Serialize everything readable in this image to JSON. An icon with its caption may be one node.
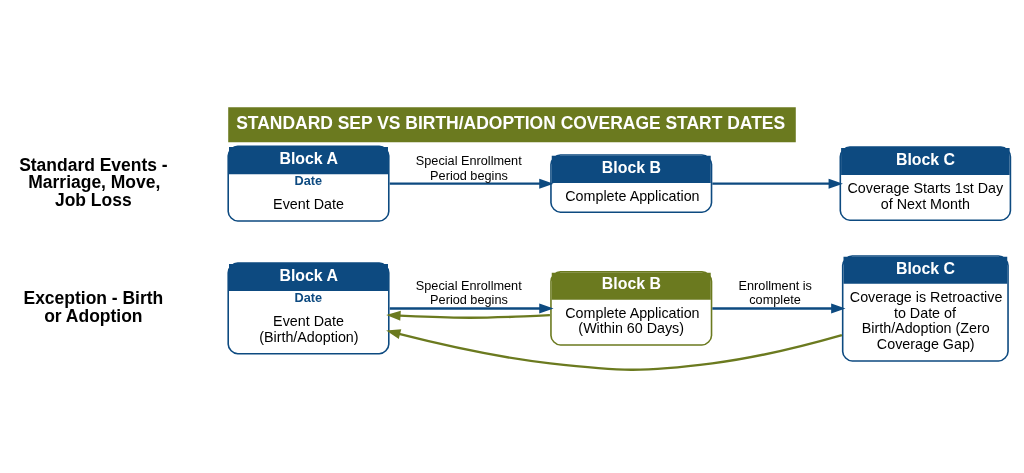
{
  "diagram": {
    "title": "STANDARD SEP VS BIRTH/ADOPTION COVERAGE START DATES",
    "nodes": [
      {
        "text": [
          "Block A",
          "Date",
          "Event Date"
        ]
      },
      {
        "text": [
          "Block B",
          "Complete Application"
        ]
      },
      {
        "text": [
          "Block C",
          "Coverage Starts 1st Day of Next Month"
        ]
      },
      {
        "text": [
          "Block A",
          "Date",
          "Event Date (Birth/Adoption)"
        ]
      },
      {
        "text": [
          "Block B",
          "Complete Application (Within 60 Days)"
        ]
      },
      {
        "text": [
          "Block C",
          "Coverage is Retroactive to Date of Birth/Adoption (Zero Coverage Gap)"
        ]
      }
    ],
    "edges": [
      {
        "from": 0,
        "to": 1,
        "arrow": "to",
        "label": "Special Enrollment Period begins"
      },
      {
        "from": 1,
        "to": 2,
        "arrow": "to"
      },
      {
        "from": 3,
        "to": 4,
        "arrow": "to",
        "label": "Special Enrollment Period begins"
      },
      {
        "from": 4,
        "to": 5,
        "arrow": "to",
        "label": "Enrollment is complete"
      },
      {
        "from": 4,
        "to": 3,
        "arrow": "to",
        "color": "#6b7a1f"
      },
      {
        "from": 5,
        "to": 3,
        "arrow": "to",
        "color": "#6b7a1f"
      }
    ],
    "labels": [
      "Standard Events - Marriage, Move, Job Loss",
      "Exception - Birth or Adoption"
    ]
  }
}
